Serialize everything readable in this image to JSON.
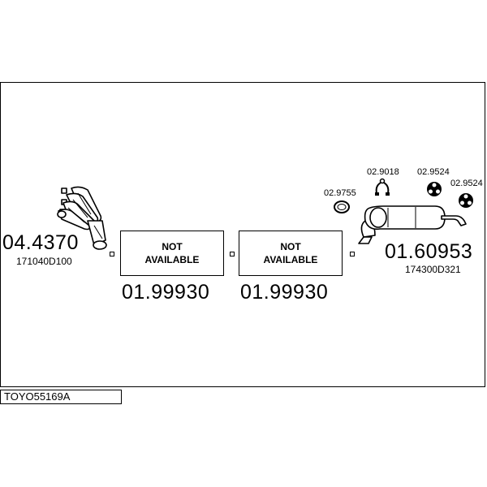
{
  "parts": {
    "manifold": {
      "part_no": "04.4370",
      "oe_ref": "171040D100"
    },
    "pipe_1": {
      "part_no": "01.99930",
      "status_line1": "NOT",
      "status_line2": "AVAILABLE"
    },
    "pipe_2": {
      "part_no": "01.99930",
      "status_line1": "NOT",
      "status_line2": "AVAILABLE"
    },
    "rear_silencer": {
      "part_no": "01.60953",
      "oe_ref": "174300D321"
    },
    "gasket": {
      "part_no": "02.9755"
    },
    "clamp": {
      "part_no": "02.9018"
    },
    "rubber_mount_1": {
      "part_no": "02.9524"
    },
    "rubber_mount_2": {
      "part_no": "02.9524"
    }
  },
  "vehicle_code": "TOYO55169A",
  "icons": [
    "exhaust-manifold-icon",
    "gasket-ring-icon",
    "clamp-icon",
    "rubber-mount-icon",
    "rear-silencer-icon"
  ]
}
